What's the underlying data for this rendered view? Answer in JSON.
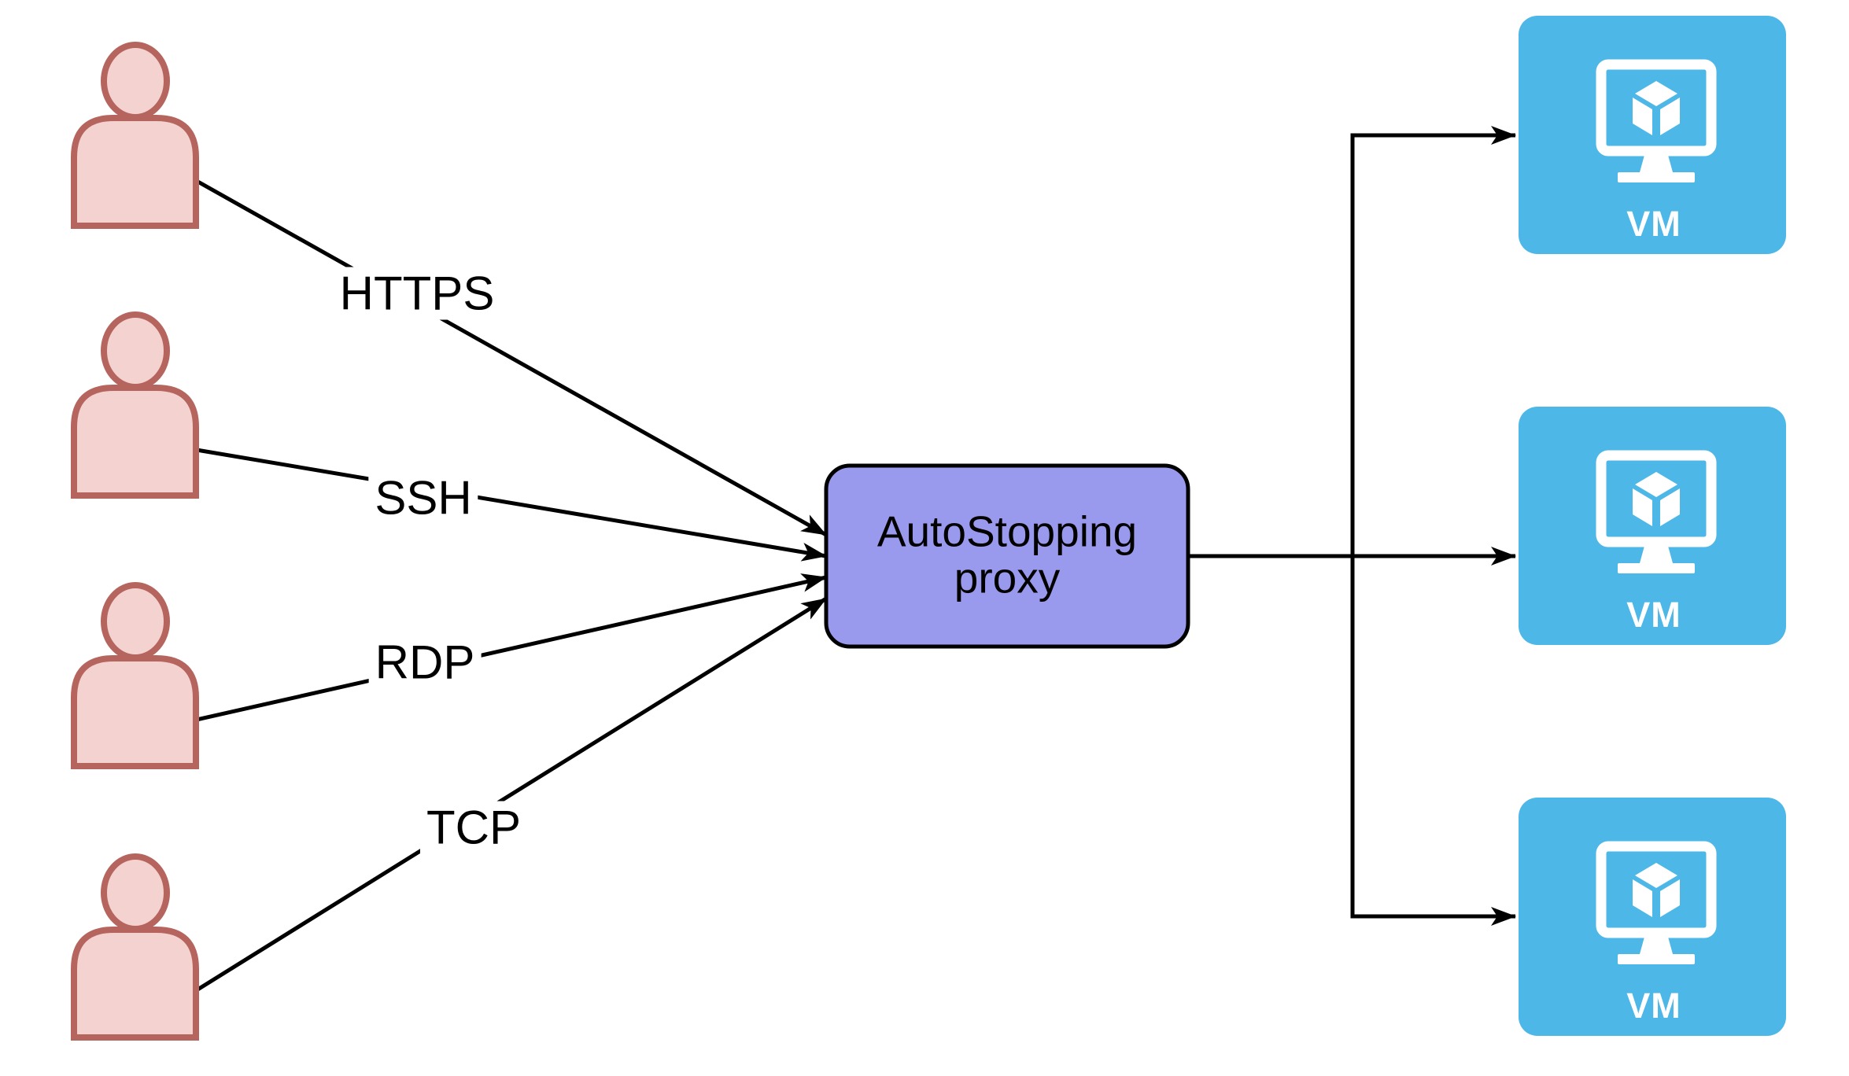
{
  "edges": [
    {
      "label": "HTTPS"
    },
    {
      "label": "SSH"
    },
    {
      "label": "RDP"
    },
    {
      "label": "TCP"
    }
  ],
  "proxy": {
    "line1": "AutoStopping",
    "line2": "proxy"
  },
  "vms": [
    {
      "label": "VM"
    },
    {
      "label": "VM"
    },
    {
      "label": "VM"
    }
  ],
  "icons": {
    "user": "person-icon",
    "vm": "virtual-machine-monitor-icon",
    "arrow": "arrowhead-icon"
  },
  "colors": {
    "background": "#FFFFFF",
    "line": "#000000",
    "edge_label_text": "#000000",
    "user_fill": "#F3D2D0",
    "user_stroke": "#B5655E",
    "proxy_fill": "#9999EE",
    "proxy_stroke": "#000000",
    "proxy_text": "#000000",
    "vm_fill": "#4DB7E8",
    "vm_icon": "#FFFFFF",
    "vm_text": "#FFFFFF"
  }
}
